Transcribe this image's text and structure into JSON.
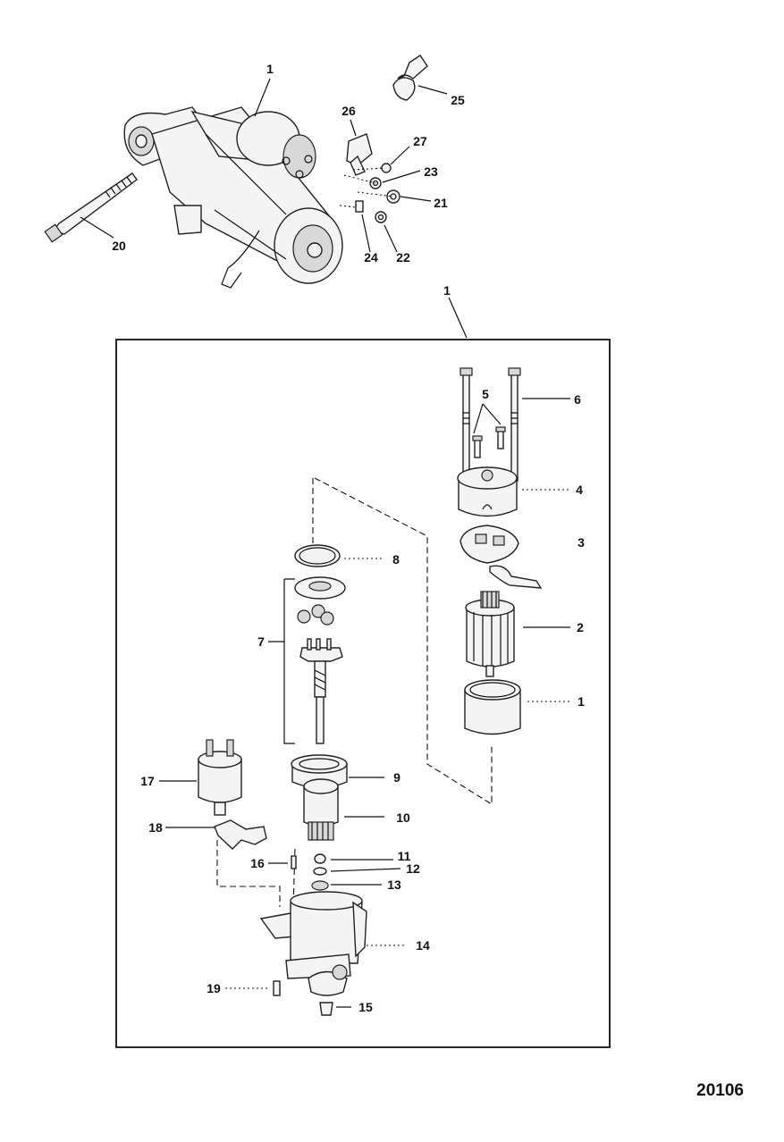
{
  "figure_number": "20106",
  "callouts": [
    {
      "id": "top-starter",
      "text": "1"
    },
    {
      "id": "bolt-20",
      "text": "20"
    },
    {
      "id": "boot-25",
      "text": "25"
    },
    {
      "id": "bracket-26",
      "text": "26"
    },
    {
      "id": "nut-27",
      "text": "27"
    },
    {
      "id": "washer-23",
      "text": "23"
    },
    {
      "id": "nut-21",
      "text": "21"
    },
    {
      "id": "stud-24",
      "text": "24"
    },
    {
      "id": "washer-22",
      "text": "22"
    },
    {
      "id": "exploded-box",
      "text": "1"
    },
    {
      "id": "screw-5",
      "text": "5"
    },
    {
      "id": "thru-bolt-6",
      "text": "6"
    },
    {
      "id": "end-cap-4",
      "text": "4"
    },
    {
      "id": "brush-plate-3",
      "text": "3"
    },
    {
      "id": "armature-2",
      "text": "2"
    },
    {
      "id": "field-frame-1",
      "text": "1"
    },
    {
      "id": "o-ring-8",
      "text": "8"
    },
    {
      "id": "gear-set-7",
      "text": "7"
    },
    {
      "id": "gear-ring-9",
      "text": "9"
    },
    {
      "id": "drive-10",
      "text": "10"
    },
    {
      "id": "ring-11",
      "text": "11"
    },
    {
      "id": "collar-12",
      "text": "12"
    },
    {
      "id": "retainer-13",
      "text": "13"
    },
    {
      "id": "pin-16",
      "text": "16"
    },
    {
      "id": "housing-14",
      "text": "14"
    },
    {
      "id": "solenoid-17",
      "text": "17"
    },
    {
      "id": "lever-18",
      "text": "18"
    },
    {
      "id": "screw-19",
      "text": "19"
    },
    {
      "id": "plug-15",
      "text": "15"
    }
  ]
}
